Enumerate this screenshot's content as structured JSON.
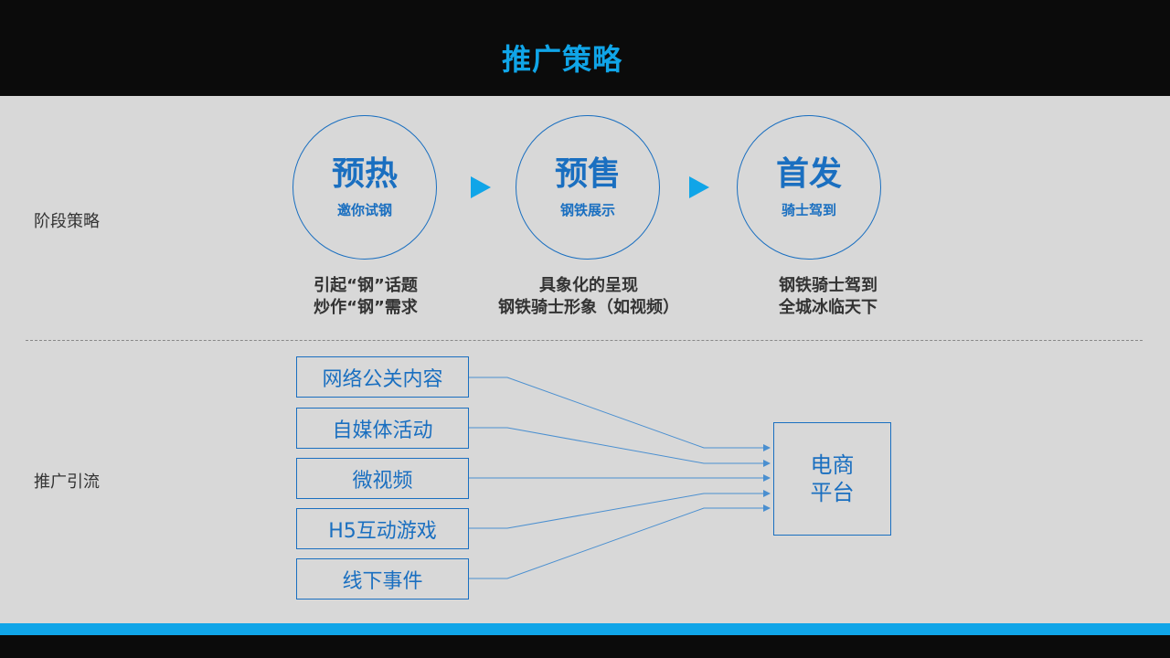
{
  "title": "推广策略",
  "labels": {
    "stage": "阶段策略",
    "promo": "推广引流"
  },
  "stages": [
    {
      "name": "预热",
      "sub": "邀你试钢",
      "desc_line1": "引起“钢”话题",
      "desc_line2": "炒作“钢”需求"
    },
    {
      "name": "预售",
      "sub": "钢铁展示",
      "desc_line1": "具象化的呈现",
      "desc_line2": "钢铁骑士形象（如视频）"
    },
    {
      "name": "首发",
      "sub": "骑士驾到",
      "desc_line1": "钢铁骑士驾到",
      "desc_line2": "全城冰临天下"
    }
  ],
  "channels": [
    "网络公关内容",
    "自媒体活动",
    "微视频",
    "H5互动游戏",
    "线下事件"
  ],
  "platform": {
    "line1": "电商",
    "line2": "平台"
  },
  "colors": {
    "accent": "#10a5e8",
    "primary": "#1a6fc0",
    "background": "#d8d8d8",
    "dark": "#0b0b0b"
  }
}
